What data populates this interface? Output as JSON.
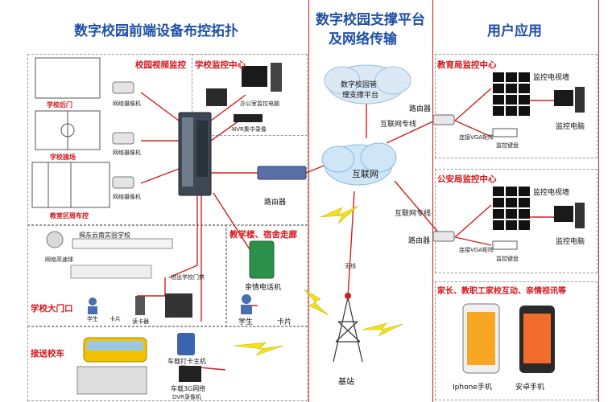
{
  "titles": {
    "left": "数字校园前端设备布控拓扑",
    "middle_line1": "数字校园支撑平台",
    "middle_line2": "及网络传输",
    "right": "用户应用"
  },
  "left": {
    "campus_video": "校园视频监控",
    "monitor_center": "学校监控中心",
    "back_gate": "学校后门",
    "playground": "学校操场",
    "dorm_area": "教室区周布控",
    "camera": "网络摄像机",
    "office_pc": "办公室监控电脑",
    "nvr": "NVR集中录像",
    "router": "路由器",
    "teaching_bldg": "教学楼、宿舍走廊",
    "phone": "亲情电话机",
    "student": "学生",
    "card": "卡片",
    "school_sign": "揭东云南实验学校",
    "dome_camera": "网络高速球",
    "main_gate": "学校大门口",
    "gate_entry": "进出学校门禁",
    "gate_student": "学生",
    "gate_card": "卡片",
    "gate_reader": "读卡器",
    "shuttle": "接送校车",
    "car_card_host": "车载打卡主机",
    "car_3g": "车载3G网络",
    "car_3g2": "DVR录像机"
  },
  "middle": {
    "platform_line1": "数字校园管",
    "platform_line2": "理支撑平台",
    "internet": "互联网",
    "line1": "互联网专线",
    "line2": "互联网专线",
    "router": "路由器",
    "wireless": "无线",
    "base_station": "基站"
  },
  "right": {
    "edu_center": "教育局监控中心",
    "edu_router": "路由器",
    "edu_wall": "监控电视墙",
    "edu_pc": "监控电脑",
    "edu_vga": "连接VGA矩阵",
    "edu_kb": "监控键盘",
    "police_center": "公安局监控中心",
    "police_wall": "监控电视墙",
    "police_pc": "监控电脑",
    "police_vga": "连接VGA矩阵",
    "police_kb": "监控键盘",
    "parents": "家长、教职工家校互动、亲情视讯等",
    "iphone": "Iphone手机",
    "android": "安卓手机"
  },
  "colors": {
    "title": "#1f4fa8",
    "red": "#d4141a",
    "line": "#d02020"
  }
}
